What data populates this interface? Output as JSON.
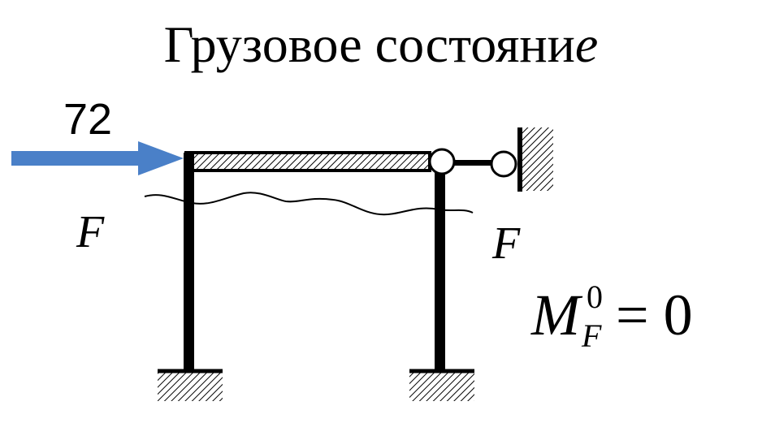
{
  "title_main": "Грузовое состояни",
  "title_last": "е",
  "force_value": "72",
  "section_left_label": "F",
  "section_right_label": "F",
  "moment_symbol": "M",
  "moment_superscript": "0",
  "moment_subscript": "F",
  "moment_equals": "= 0",
  "colors": {
    "arrow": "#4a80c8",
    "structure": "#000000"
  }
}
